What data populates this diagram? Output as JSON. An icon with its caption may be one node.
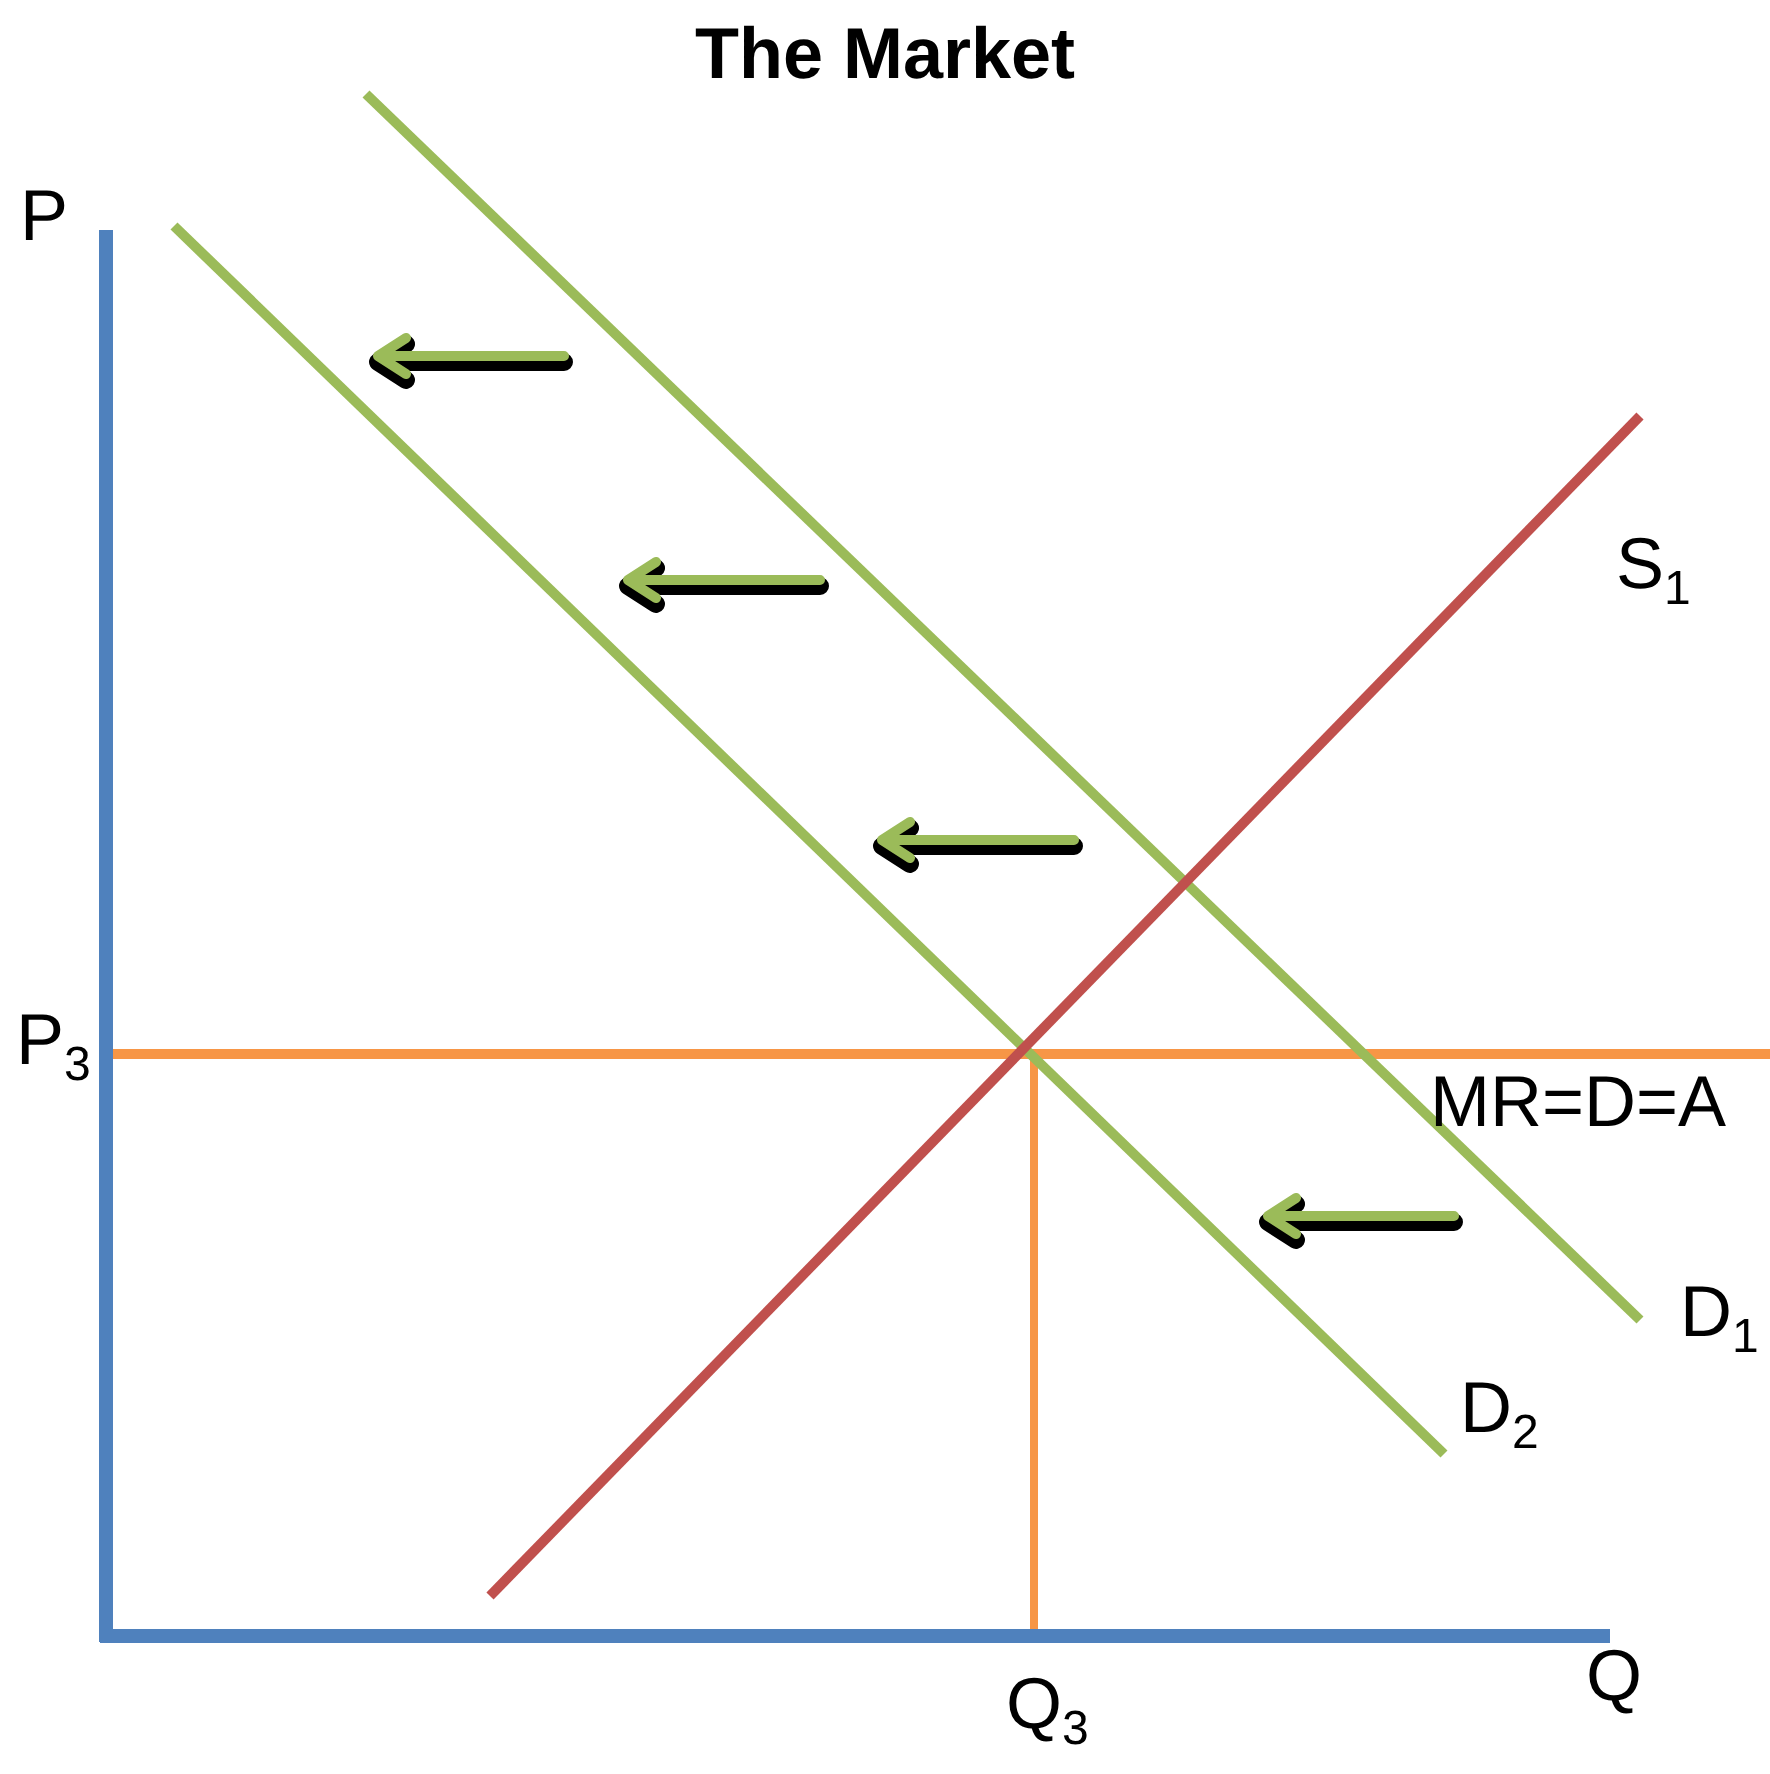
{
  "diagram": {
    "title": "The Market",
    "labels": [
      "P",
      "S$_{1}$",
      "P$_{3}$",
      "MR=D=A",
      "D$_{1}$",
      "D$_{2}$",
      "Q$_{3}$",
      "Q"
    ]
  }
}
